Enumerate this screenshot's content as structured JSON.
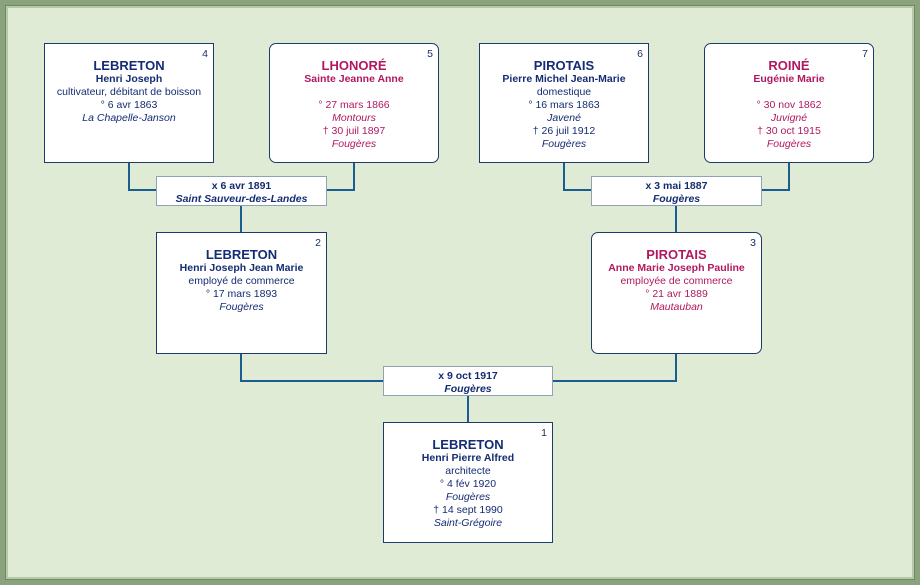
{
  "persons": {
    "p1": {
      "num": "1",
      "surname": "LEBRETON",
      "given": "Henri Pierre Alfred",
      "occupation": "architecte",
      "birth": "° 4 fév 1920",
      "birth_place": "Fougères",
      "death": "† 14 sept 1990",
      "death_place": "Saint-Grégoire"
    },
    "p2": {
      "num": "2",
      "surname": "LEBRETON",
      "given": "Henri Joseph Jean Marie",
      "occupation": "employé de commerce",
      "birth": "° 17 mars 1893",
      "birth_place": "Fougères"
    },
    "p3": {
      "num": "3",
      "surname": "PIROTAIS",
      "given": "Anne Marie Joseph Pauline",
      "occupation": "employée de commerce",
      "birth": "° 21 avr 1889",
      "birth_place": "Mautauban"
    },
    "p4": {
      "num": "4",
      "surname": "LEBRETON",
      "given": "Henri Joseph",
      "occupation": "cultivateur, débitant de boisson",
      "birth": "° 6 avr 1863",
      "birth_place": "La Chapelle-Janson"
    },
    "p5": {
      "num": "5",
      "surname": "LHONORÉ",
      "given": "Sainte Jeanne Anne",
      "birth": "° 27 mars 1866",
      "birth_place": "Montours",
      "death": "† 30 juil 1897",
      "death_place": "Fougères"
    },
    "p6": {
      "num": "6",
      "surname": "PIROTAIS",
      "given": "Pierre Michel Jean-Marie",
      "occupation": "domestique",
      "birth": "° 16 mars 1863",
      "birth_place": "Javené",
      "death": "† 26 juil 1912",
      "death_place": "Fougères"
    },
    "p7": {
      "num": "7",
      "surname": "ROINÉ",
      "given": "Eugénie Marie",
      "birth": "° 30 nov 1862",
      "birth_place": "Juvigné",
      "death": "† 30 oct 1915",
      "death_place": "Fougères"
    }
  },
  "marriages": {
    "m45": {
      "date": "x 6 avr 1891",
      "place": "Saint Sauveur-des-Landes"
    },
    "m67": {
      "date": "x 3 mai 1887",
      "place": "Fougères"
    },
    "m23": {
      "date": "x 9 oct 1917",
      "place": "Fougères"
    }
  },
  "colors": {
    "male": "#142c73",
    "female": "#b0185f",
    "connector": "#1a5e91",
    "background": "#e0ebd5",
    "frame": "#8aa37c"
  }
}
